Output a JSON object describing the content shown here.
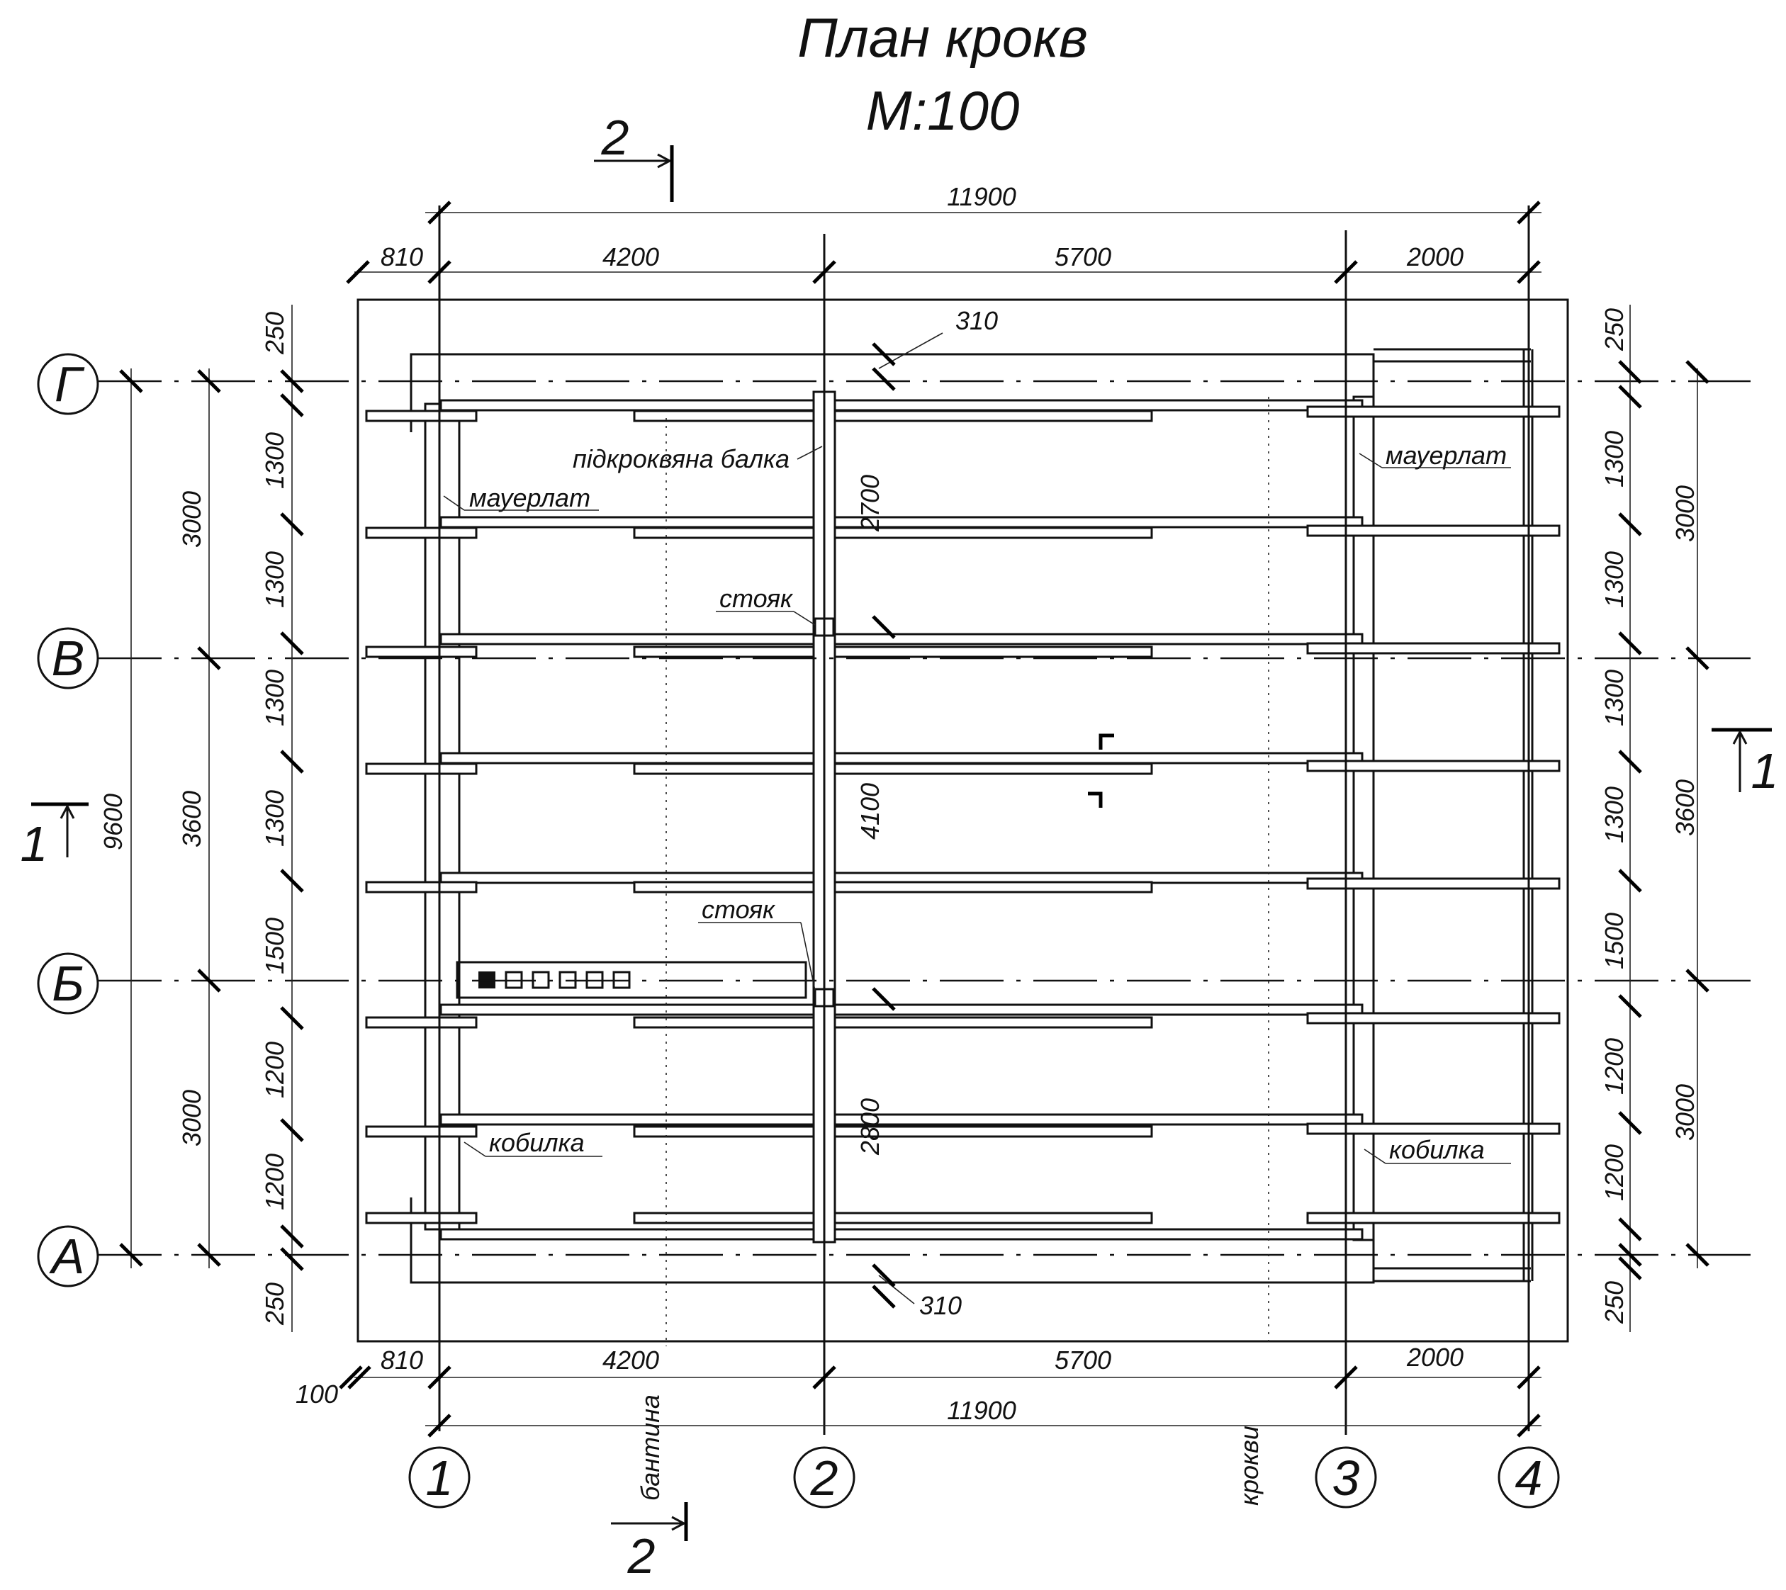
{
  "title": "План крокв",
  "scale": "М:100",
  "axes": {
    "vertical": [
      "1",
      "2",
      "3",
      "4"
    ],
    "horizontal": [
      "Г",
      "В",
      "Б",
      "А"
    ]
  },
  "sections": {
    "top_left": "2",
    "bottom_left": "2",
    "left": "1",
    "right": "1"
  },
  "dims": {
    "overall_top": "11900",
    "overall_bottom": "11900",
    "top_810": "810",
    "top_4200": "4200",
    "top_5700": "5700",
    "top_2000": "2000",
    "bot_810": "810",
    "bot_4200": "4200",
    "bot_5700": "5700",
    "bot_2000": "2000",
    "bot_100": "100",
    "inner_310_top": "310",
    "inner_310_bot": "310",
    "center_2700": "2700",
    "center_4100": "4100",
    "center_2800": "2800",
    "left_outer_9600": "9600",
    "left_3000_top": "3000",
    "left_3600": "3600",
    "left_3000_bot": "3000",
    "left_250_top": "250",
    "left_1300_a": "1300",
    "left_1300_b": "1300",
    "left_1300_c": "1300",
    "left_1300_d": "1300",
    "left_1500": "1500",
    "left_1200_a": "1200",
    "left_1200_b": "1200",
    "left_250_bot": "250",
    "right_250_top": "250",
    "right_1300_a": "1300",
    "right_1300_b": "1300",
    "right_1300_c": "1300",
    "right_1300_d": "1300",
    "right_1500": "1500",
    "right_1200_a": "1200",
    "right_1200_b": "1200",
    "right_250_bot": "250",
    "right_3000_top": "3000",
    "right_3600": "3600",
    "right_3000_bot": "3000"
  },
  "labels": {
    "ridge_beam": "підкроквяна балка",
    "wall_plate_left": "мауерлат",
    "wall_plate_right": "мауерлат",
    "post_top": "стояк",
    "post_bottom": "стояк",
    "fly_rafter_left": "кобилка",
    "fly_rafter_right": "кобилка",
    "collar_tie": "бантина",
    "rafters": "крокви"
  }
}
